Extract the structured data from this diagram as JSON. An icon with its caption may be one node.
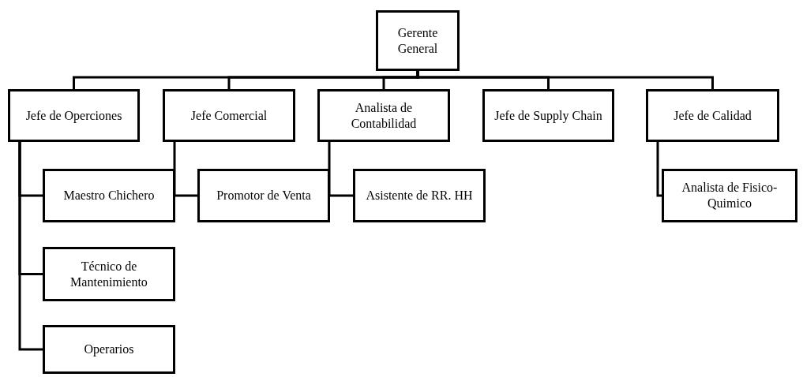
{
  "diagram": {
    "nodes": [
      {
        "text": [
          "Gerente General"
        ]
      },
      {
        "text": [
          "Jefe de Operciones"
        ]
      },
      {
        "text": [
          "Jefe Comercial"
        ]
      },
      {
        "text": [
          "Analista de Contabilidad"
        ]
      },
      {
        "text": [
          "Jefe de Supply Chain"
        ]
      },
      {
        "text": [
          "Jefe de Calidad"
        ]
      },
      {
        "text": [
          "Maestro Chichero"
        ]
      },
      {
        "text": [
          "Técnico de Mantenimiento"
        ]
      },
      {
        "text": [
          "Operarios"
        ]
      },
      {
        "text": [
          "Promotor de Venta"
        ]
      },
      {
        "text": [
          "Asistente de RR. HH"
        ]
      },
      {
        "text": [
          "Analista de Fisico-Quimico"
        ]
      }
    ],
    "edges": [
      {
        "from": 0,
        "to": 1,
        "arrow": "none"
      },
      {
        "from": 0,
        "to": 2,
        "arrow": "none"
      },
      {
        "from": 0,
        "to": 3,
        "arrow": "none"
      },
      {
        "from": 0,
        "to": 4,
        "arrow": "none"
      },
      {
        "from": 0,
        "to": 5,
        "arrow": "none"
      },
      {
        "from": 1,
        "to": 6,
        "arrow": "none"
      },
      {
        "from": 1,
        "to": 7,
        "arrow": "none"
      },
      {
        "from": 1,
        "to": 8,
        "arrow": "none"
      },
      {
        "from": 2,
        "to": 9,
        "arrow": "none"
      },
      {
        "from": 3,
        "to": 10,
        "arrow": "none"
      },
      {
        "from": 5,
        "to": 11,
        "arrow": "none"
      }
    ]
  }
}
